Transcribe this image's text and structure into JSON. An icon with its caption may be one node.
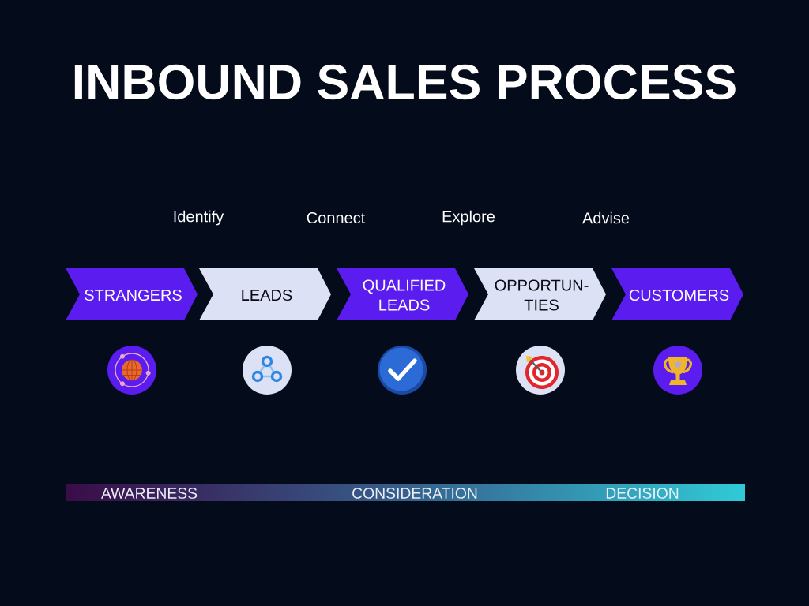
{
  "diagram": {
    "title": "INBOUND SALES PROCESS",
    "nodes": [
      {
        "text": [
          "STRANGERS"
        ]
      },
      {
        "text": [
          "LEADS"
        ]
      },
      {
        "text": [
          "QUALIFIED LEADS"
        ]
      },
      {
        "text": [
          "OPPORTUN- TIES"
        ]
      },
      {
        "text": [
          "CUSTOMERS"
        ]
      },
      {
        "text": [
          "AWARENESS",
          "CONSIDERATION",
          "DECISION"
        ]
      }
    ],
    "labels": [
      "Identify",
      "Connect",
      "Explore",
      "Advise"
    ]
  }
}
